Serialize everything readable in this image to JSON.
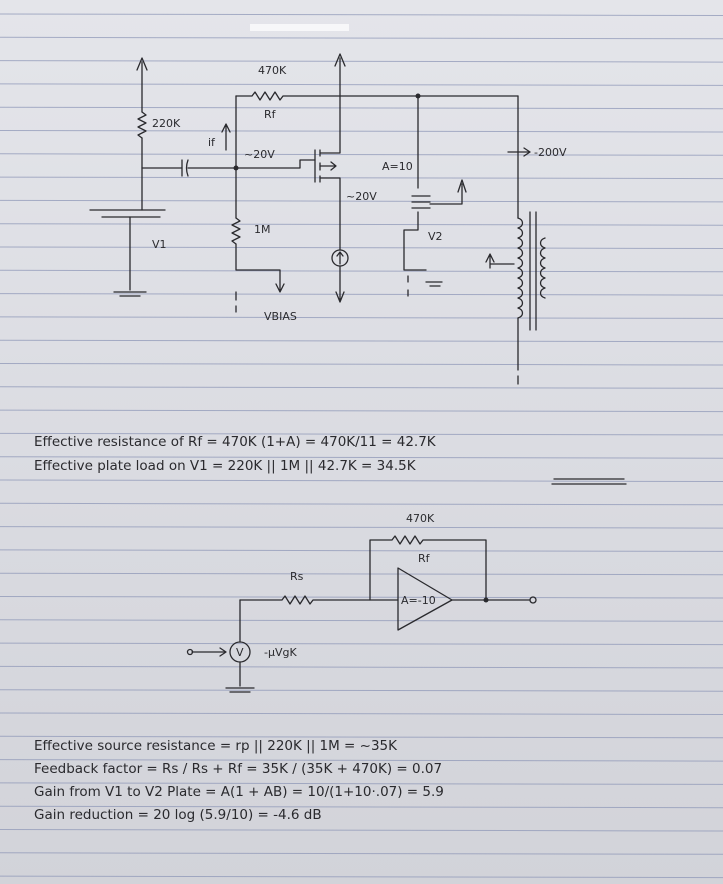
{
  "schematic": {
    "labels": {
      "r_plate": "220K",
      "rf_value": "470K",
      "rf_name": "Rf",
      "if_current": "if",
      "grid_voltage": "~20V",
      "gain": "A=10",
      "plate_voltage": "~20V",
      "supply": "-200V",
      "r_grid": "1M",
      "tube1": "V1",
      "tube2": "V2",
      "vbias": "VBIAS"
    }
  },
  "calc1": {
    "line1": "Effective resistance of Rf = 470K (1+A) = 470K/11 = 42.7K",
    "line2": "Effective plate load on V1 = 220K || 1M || 42.7K = 34.5K"
  },
  "model": {
    "rf_value": "470K",
    "rf_name": "Rf",
    "rs_name": "Rs",
    "amp_gain": "A=-10",
    "source_label": "-μVgK",
    "source_symbol": "V"
  },
  "calc2": {
    "line1": "Effective source resistance = rp || 220K || 1M = ~35K",
    "line2": "Feedback factor = Rs / Rs + Rf = 35K / (35K + 470K) = 0.07",
    "line3": "Gain from V1 to V2 Plate = A(1 + AB) = 10/(1+10·.07) = 5.9",
    "line4": "Gain reduction = 20 log (5.9/10) = -4.6 dB"
  }
}
